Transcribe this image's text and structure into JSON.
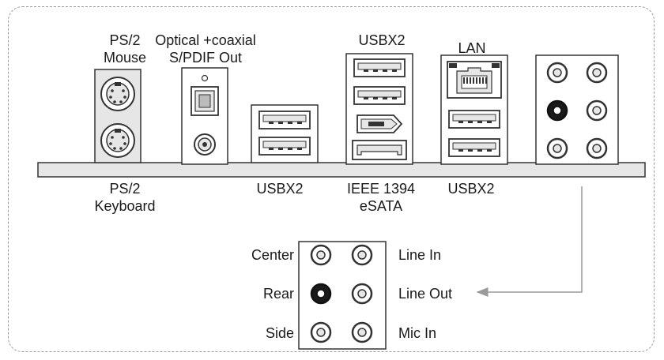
{
  "top_labels": {
    "ps2_mouse_line1": "PS/2",
    "ps2_mouse_line2": "Mouse",
    "spdif_line1": "Optical +coaxial",
    "spdif_line2": "S/PDIF Out",
    "usbx2_top": "USBX2",
    "lan": "LAN"
  },
  "bottom_labels": {
    "ps2_keyboard_line1": "PS/2",
    "ps2_keyboard_line2": "Keyboard",
    "usbx2_left": "USBX2",
    "ieee1394": "IEEE 1394",
    "esata": "eSATA",
    "usbx2_right": "USBX2"
  },
  "audio_labels": {
    "center": "Center",
    "rear": "Rear",
    "side": "Side",
    "line_in": "Line In",
    "line_out": "Line Out",
    "mic_in": "Mic In"
  },
  "colors": {
    "stroke": "#333333",
    "fill_light": "#e6e6e6",
    "fill_dark": "#1a1a1a",
    "arrow": "#9a9a9a"
  }
}
